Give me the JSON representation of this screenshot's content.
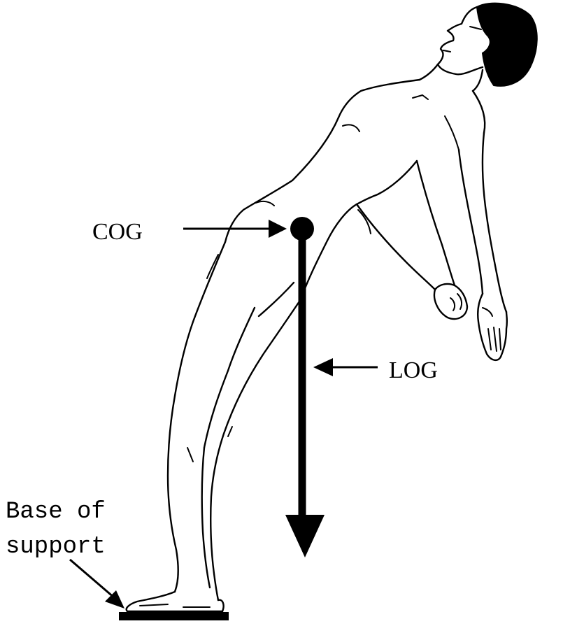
{
  "labels": {
    "cog": "COG",
    "log": "LOG",
    "base_line1": "Base of",
    "base_line2": "support"
  },
  "colors": {
    "ink": "#000000",
    "background": "#ffffff"
  },
  "figure_description_icon": "leaning-person-icon"
}
